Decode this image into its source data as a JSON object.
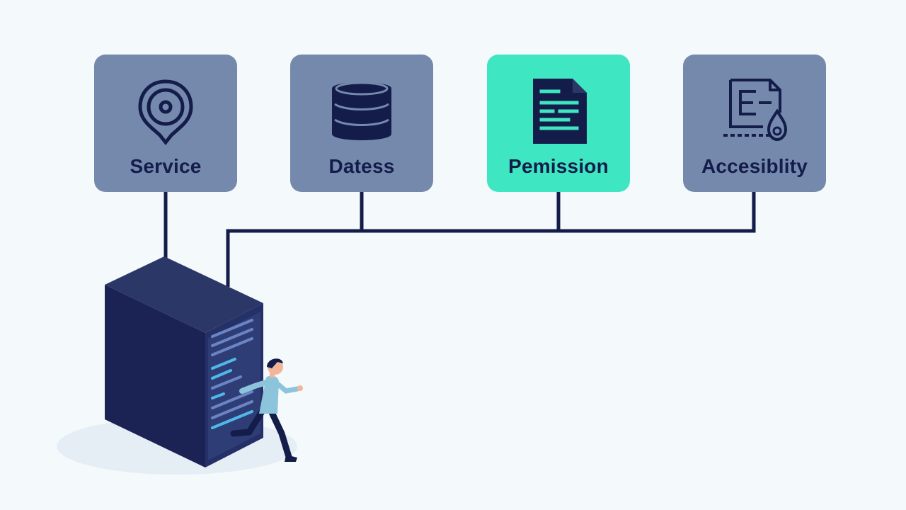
{
  "colors": {
    "background": "#f4f9fb",
    "card": "#7589ad",
    "card_active": "#3ee6c1",
    "line": "#141c4a",
    "label": "#141c4a"
  },
  "cards": [
    {
      "label": "Service",
      "icon": "location-pin-icon",
      "active": false
    },
    {
      "label": "Datess",
      "icon": "database-icon",
      "active": false
    },
    {
      "label": "Pemission",
      "icon": "document-icon",
      "active": true
    },
    {
      "label": "Accesiblity",
      "icon": "document-edit-icon",
      "active": false
    }
  ],
  "illustration": {
    "server": "server-rack-icon",
    "person": "running-person-icon"
  }
}
